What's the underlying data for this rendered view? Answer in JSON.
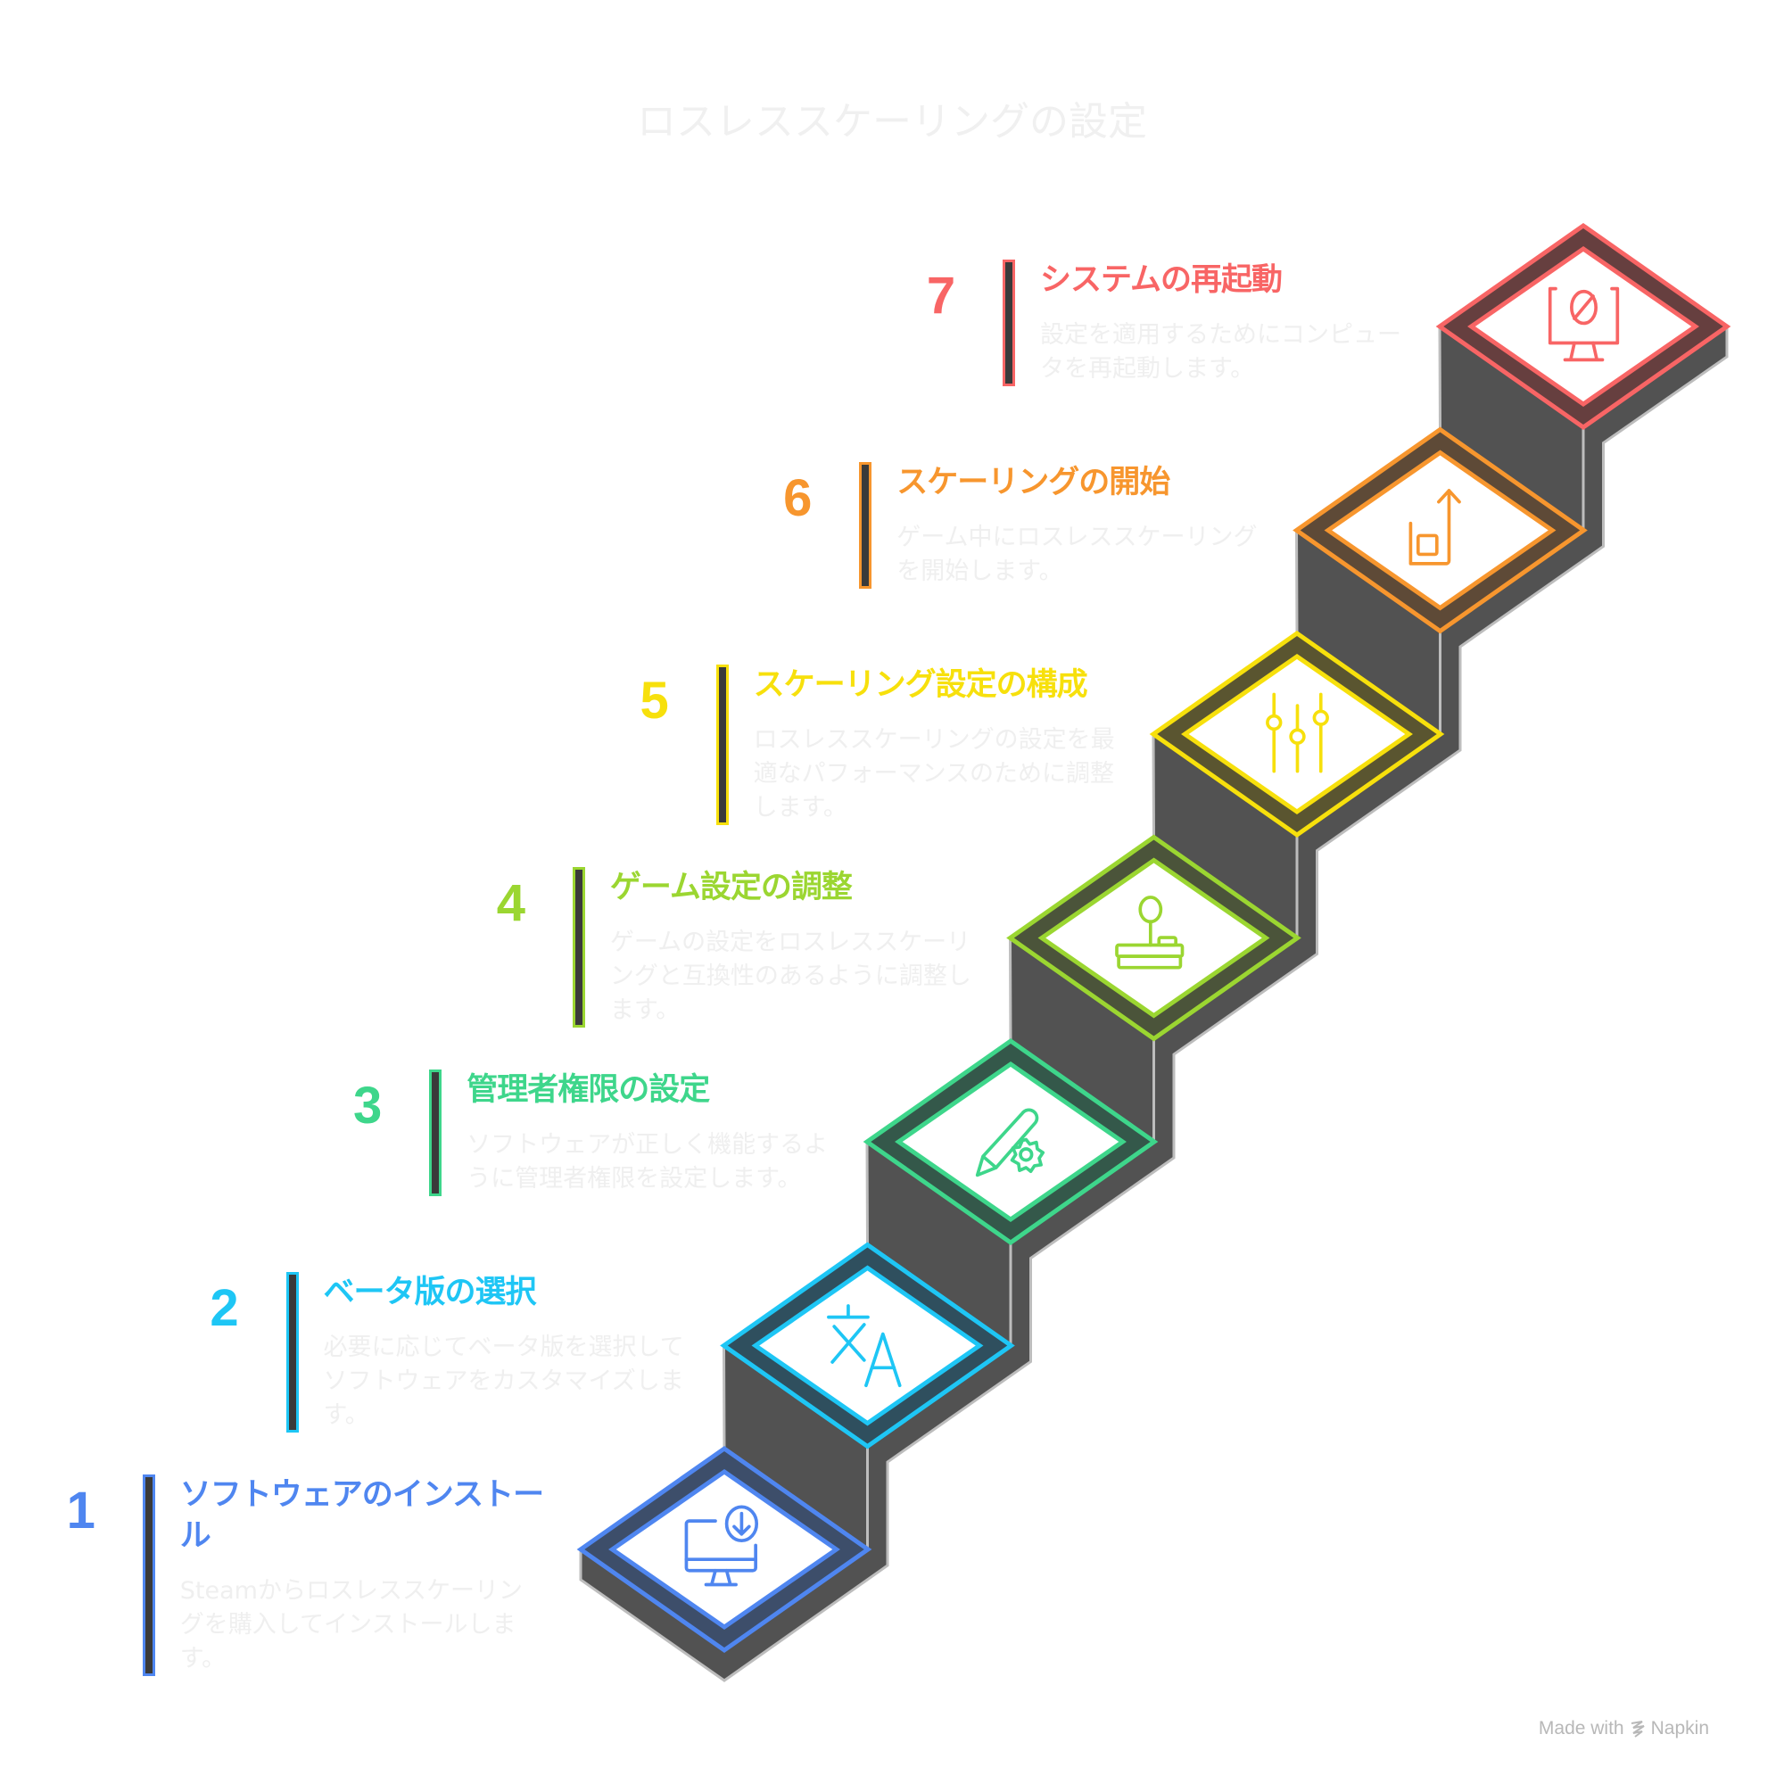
{
  "title": "ロスレススケーリングの設定",
  "steps": [
    {
      "number": "1",
      "title": "ソフトウェアのインストール",
      "desc": "Steamからロスレススケーリングを購入してインストールします。",
      "color": "#4f86f0",
      "dark": "#3d4e6a",
      "icon": "monitor-download-icon"
    },
    {
      "number": "2",
      "title": "ベータ版の選択",
      "desc": "必要に応じてベータ版を選択してソフトウェアをカスタマイズします。",
      "color": "#1ec6f5",
      "dark": "#2f4f5e",
      "icon": "translate-icon"
    },
    {
      "number": "3",
      "title": "管理者権限の設定",
      "desc": "ソフトウェアが正しく機能するように管理者権限を設定します。",
      "color": "#3ed68b",
      "dark": "#34584a",
      "icon": "pencil-gear-icon"
    },
    {
      "number": "4",
      "title": "ゲーム設定の調整",
      "desc": "ゲームの設定をロスレススケーリングと互換性のあるように調整します。",
      "color": "#9bd631",
      "dark": "#4b543a",
      "icon": "joystick-icon"
    },
    {
      "number": "5",
      "title": "スケーリング設定の構成",
      "desc": "ロスレススケーリングの設定を最適なパフォーマンスのために調整します。",
      "color": "#f7e00c",
      "dark": "#5a5530",
      "icon": "sliders-icon"
    },
    {
      "number": "6",
      "title": "スケーリングの開始",
      "desc": "ゲーム中にロスレススケーリングを開始します。",
      "color": "#f7962e",
      "dark": "#5e4a37",
      "icon": "scale-up-icon"
    },
    {
      "number": "7",
      "title": "システムの再起動",
      "desc": "設定を適用するためにコンピュータを再起動します。",
      "color": "#f86565",
      "dark": "#663f3f",
      "icon": "monitor-restart-icon"
    }
  ],
  "credit": {
    "label": "Made with",
    "brand": "Napkin"
  }
}
